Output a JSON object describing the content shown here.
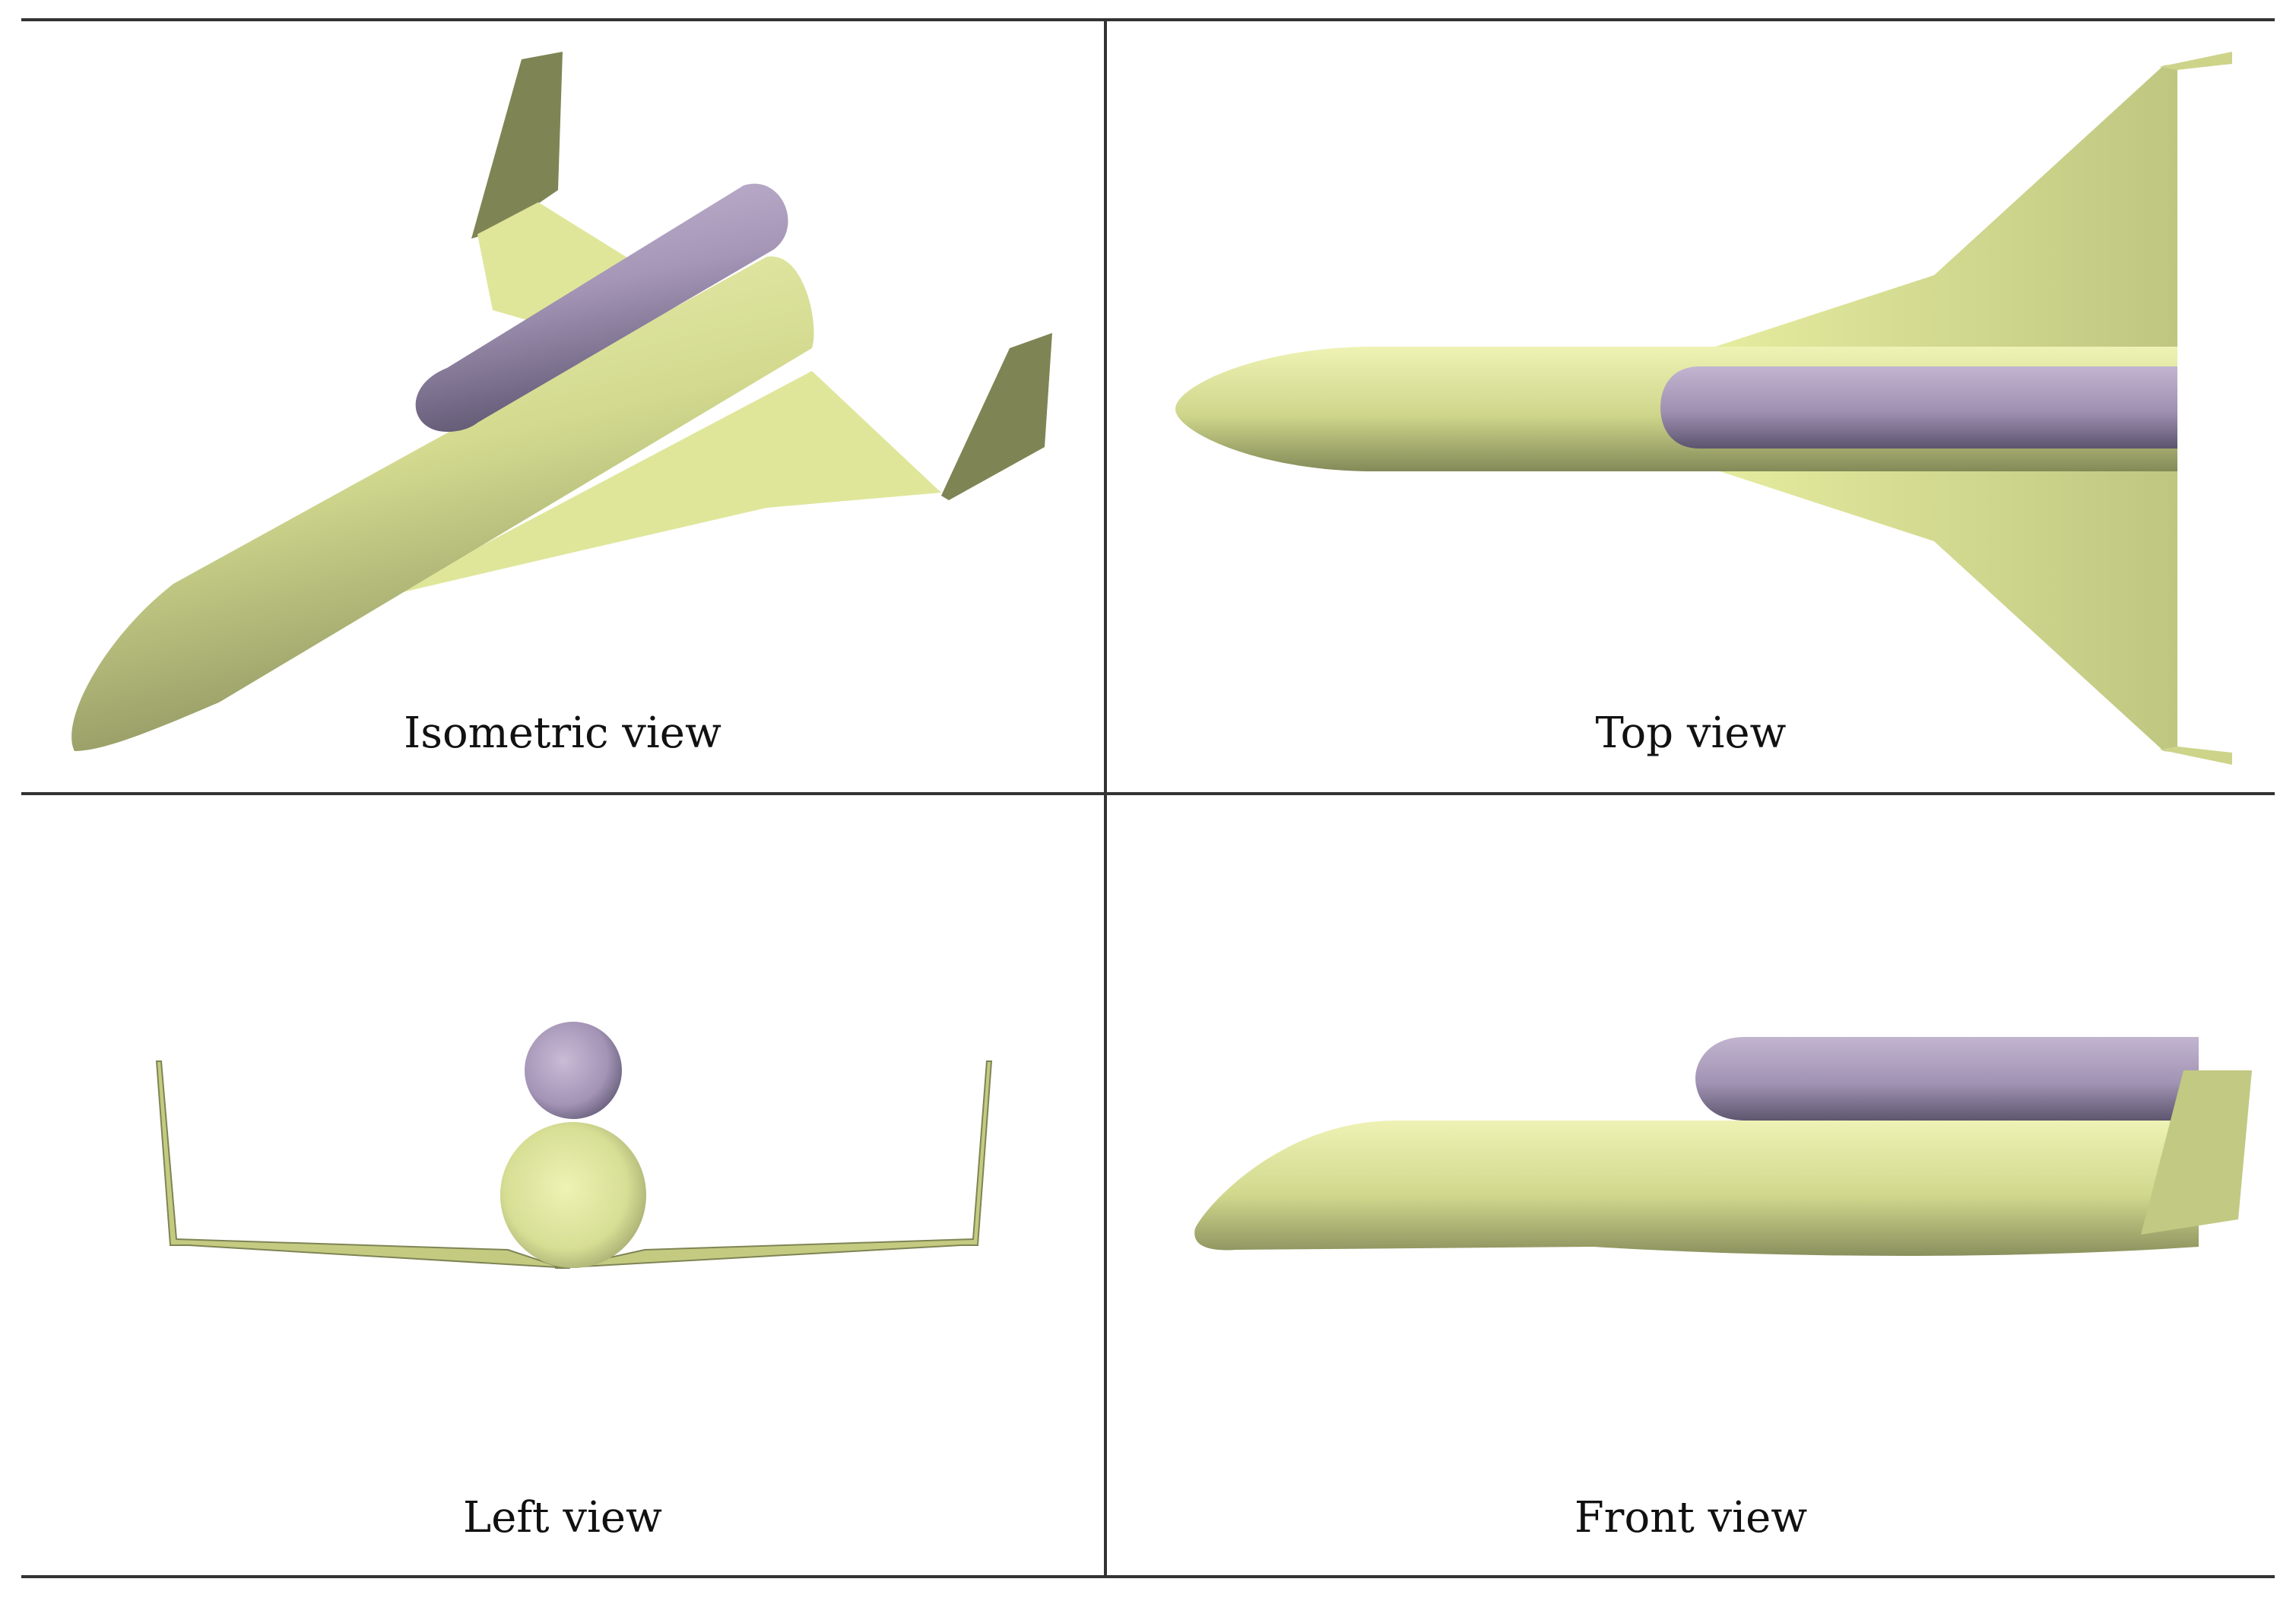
{
  "figure": {
    "views": [
      {
        "caption": "Isometric view",
        "drawing": "isometric-aircraft"
      },
      {
        "caption": "Top view",
        "drawing": "top-aircraft"
      },
      {
        "caption": "Left view",
        "drawing": "left-aircraft"
      },
      {
        "caption": "Front view",
        "drawing": "front-aircraft"
      }
    ]
  },
  "colors": {
    "airframe": "#e3ea9f",
    "airframe_shadow": "#7e8456",
    "fin": "#7f8454",
    "fuel_tank": "#b3a4c3",
    "fuel_tank_shadow": "#5d5570",
    "rules": "#333333"
  }
}
